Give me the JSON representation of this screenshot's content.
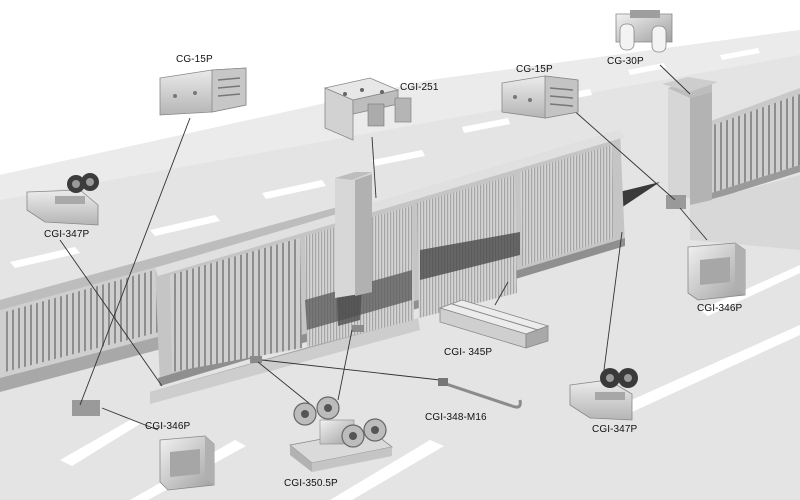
{
  "labels": {
    "cg15p_left": "CG-15P",
    "cgi251": "CGI-251",
    "cg15p_right": "CG-15P",
    "cg30p": "CG-30P",
    "cgi347p_left": "CGI-347P",
    "cgi346p_right": "CGI-346P",
    "cgi345p": "CGI- 345P",
    "cgi347p_right": "CGI-347P",
    "cgi348": "CGI-348-M16",
    "cgi346p_left": "CGI-346P",
    "cgi3505p": "CGI-350.5P"
  },
  "colors": {
    "road": "#e3e3e3",
    "lane": "#ffffff",
    "metal": "#d2d2d2",
    "metal_dark": "#9c9c9c",
    "shadow": "#3e3e3e",
    "leader": "#333333"
  }
}
